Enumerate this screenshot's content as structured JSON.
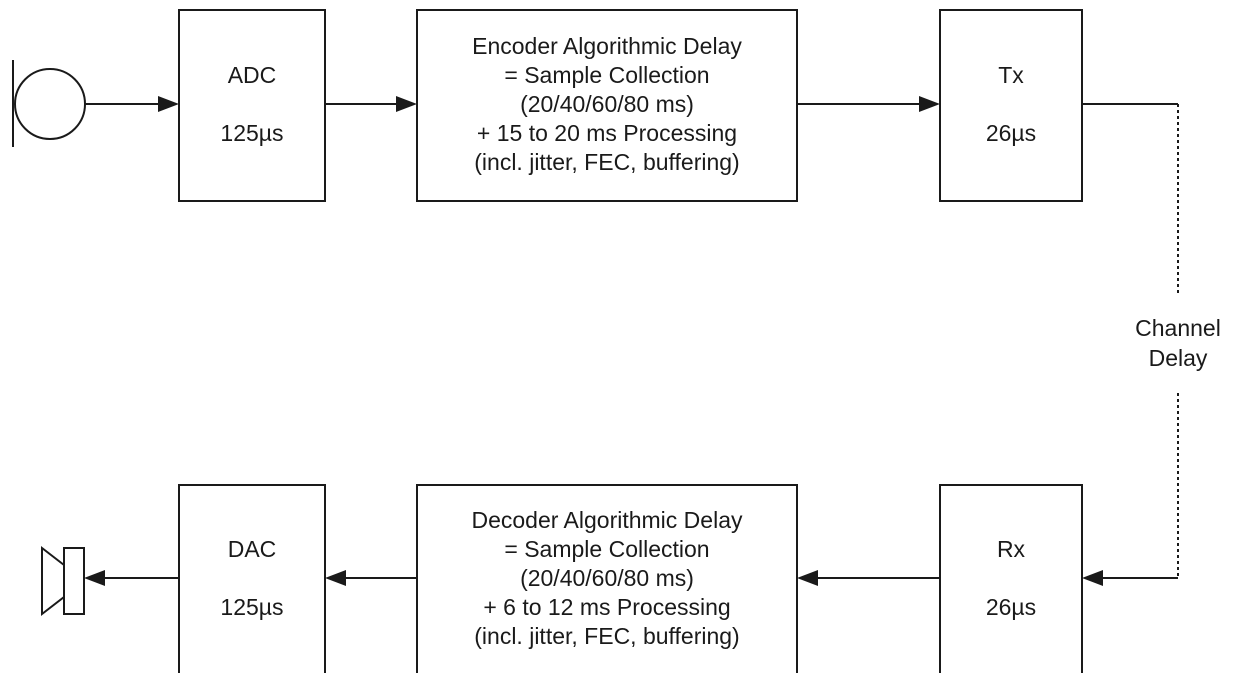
{
  "blocks": {
    "adc": {
      "name": "ADC",
      "delay": "125µs"
    },
    "encoder": {
      "lines": [
        "Encoder Algorithmic Delay",
        "= Sample Collection",
        "(20/40/60/80 ms)",
        "+ 15 to 20 ms Processing",
        "(incl. jitter, FEC, buffering)"
      ]
    },
    "tx": {
      "name": "Tx",
      "delay": "26µs"
    },
    "rx": {
      "name": "Rx",
      "delay": "26µs"
    },
    "decoder": {
      "lines": [
        "Decoder Algorithmic Delay",
        "= Sample Collection",
        "(20/40/60/80 ms)",
        "+ 6 to 12 ms Processing",
        "(incl. jitter, FEC, buffering)"
      ]
    },
    "dac": {
      "name": "DAC",
      "delay": "125µs"
    }
  },
  "channel": {
    "line1": "Channel",
    "line2": "Delay"
  },
  "icons": {
    "source": "microphone-icon",
    "sink": "speaker-icon"
  }
}
